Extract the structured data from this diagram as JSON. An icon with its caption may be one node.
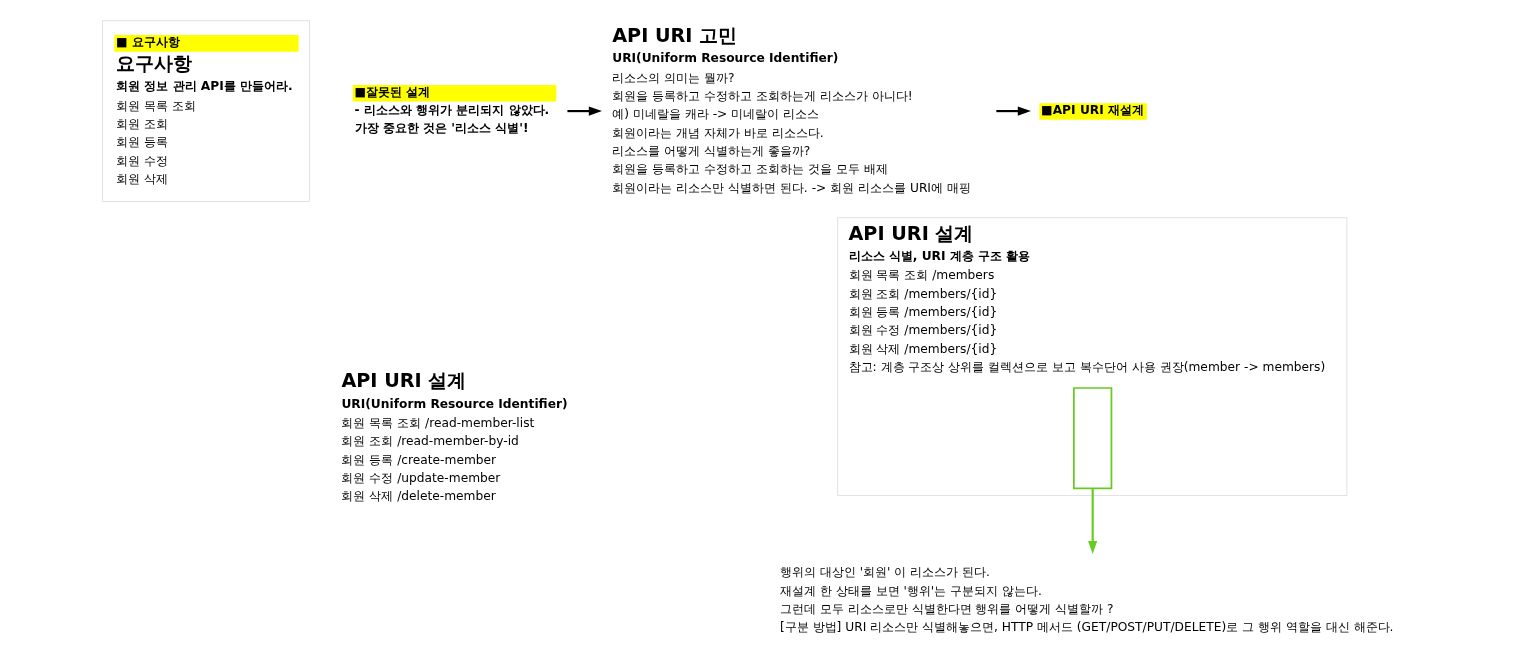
{
  "diagram": {
    "nodes": [
      {
        "text": [
          "■ 요구사항",
          "요구사항",
          "회원 정보 관리 API를 만들어라.",
          "회원 목록 조회",
          "회원 조회",
          "회원 등록",
          "회원 수정",
          "회원 삭제"
        ]
      },
      {
        "text": [
          "■잘못된 설계",
          "- 리소스와 행위가 분리되지 않았다.",
          "가장 중요한 것은 '리소스 식별'!"
        ]
      },
      {
        "text": [
          "API URI 설계",
          "URI(Uniform Resource Identifier)",
          "회원 목록 조회 /read-member-list",
          "회원 조회 /read-member-by-id",
          "회원 등록 /create-member",
          "회원 수정 /update-member",
          "회원 삭제 /delete-member"
        ]
      },
      {
        "text": [
          "API URI 고민",
          "URI(Uniform Resource Identifier)",
          "리소스의 의미는 뭘까?",
          "회원을 등록하고 수정하고 조회하는게 리소스가 아니다!",
          "예) 미네랄을 캐라 -> 미네랄이 리소스",
          "회원이라는 개념 자체가 바로 리소스다.",
          "리소스를 어떻게 식별하는게 좋을까?",
          "회원을 등록하고 수정하고 조회하는 것을 모두 배제",
          "회원이라는 리소스만 식별하면 된다. -> 회원 리소스를 URI에 매핑"
        ]
      },
      {
        "text": [
          "■API URI 재설계"
        ]
      },
      {
        "text": [
          "API URI 설계",
          "리소스 식별, URI 계층 구조 활용",
          "회원 목록 조회 /members",
          "회원 조회 /members/{id}",
          "회원 등록 /members/{id}",
          "회원 수정 /members/{id}",
          "회원 삭제 /members/{id}",
          "참고: 계층 구조상 상위를 컬렉션으로 보고 복수단어 사용 권장(member -> members)"
        ]
      },
      {
        "text": [],
        "shape": "box",
        "in": 5
      },
      {
        "text": [
          "행위의 대상인 '회원' 이 리소스가 된다.",
          "재설계 한 상태를 보면 '행위'는 구분되지 않는다.",
          "그런데 모두 리소스로만 식별한다면 행위를 어떻게 식별할까 ?",
          "[구분 방법] URI 리소스만 식별해놓으면, HTTP 메서드 (GET/POST/PUT/DELETE)로 그 행위 역할을 대신 해준다."
        ]
      }
    ],
    "edges": [
      {
        "from": 1,
        "to": 3,
        "arrow": "to"
      },
      {
        "from": 3,
        "to": 4,
        "arrow": "to"
      },
      {
        "from": 6,
        "to": 7,
        "arrow": "to",
        "color": "#66cc22"
      }
    ]
  }
}
